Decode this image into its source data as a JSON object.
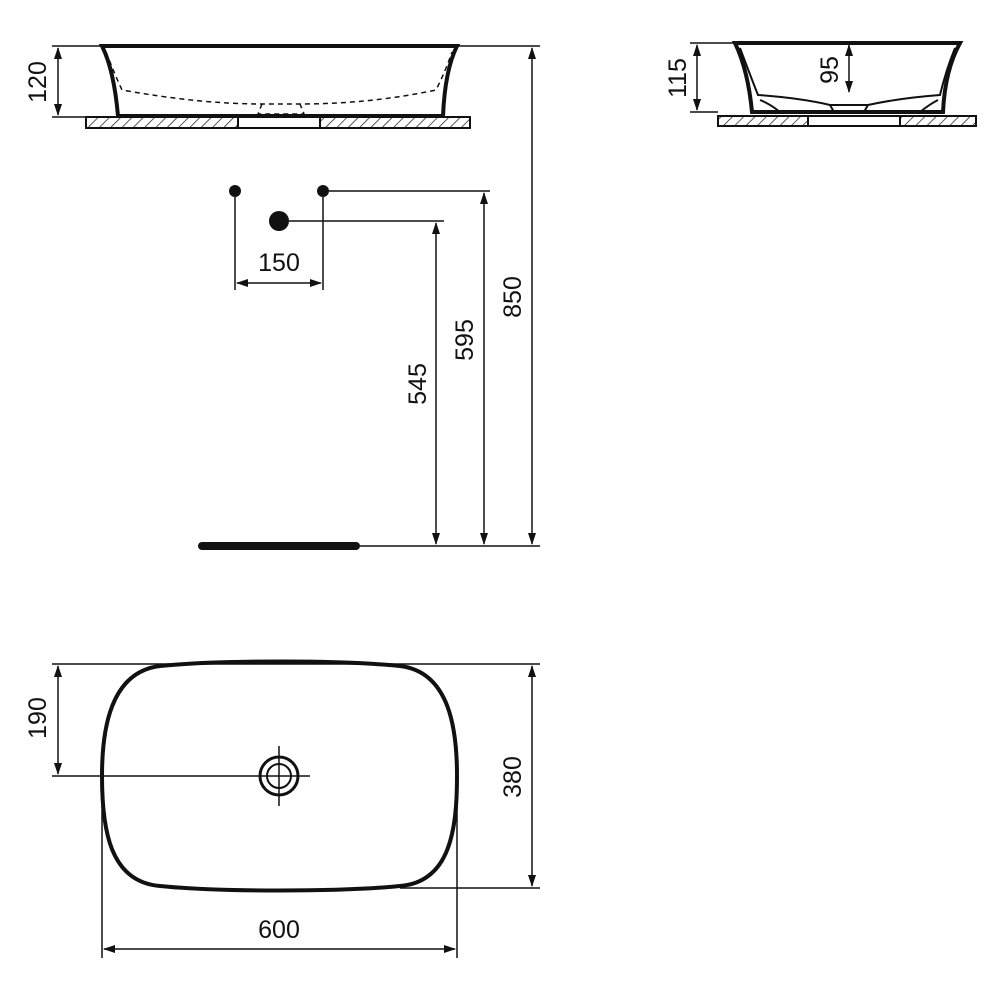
{
  "dimensions": {
    "front_height": "120",
    "side_height": "115",
    "side_inner_depth": "95",
    "tap_spacing": "150",
    "waste_height": "545",
    "supply_height": "595",
    "overall_height": "850",
    "half_depth": "190",
    "depth": "380",
    "width": "600"
  },
  "colors": {
    "line": "#111111",
    "background": "#ffffff"
  }
}
